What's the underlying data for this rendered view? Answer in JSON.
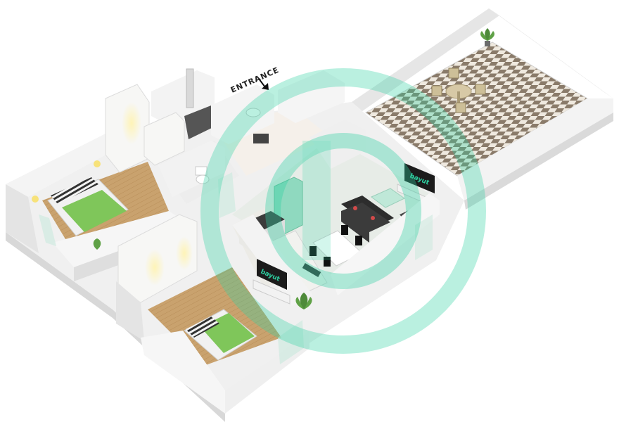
{
  "entrance": {
    "label": "ENTRANCE"
  },
  "tv_brand": "bayut",
  "colors": {
    "wall": "#f2f2f2",
    "wall_side": "#dcdcdc",
    "wood_floor": "#c9a26e",
    "bed_green": "#7fc65a",
    "terrace_tile_a": "#8a7b6a",
    "terrace_tile_b": "#efe9df",
    "watermark": "#2ed1a2",
    "kitchen_cabinet": "#e9e9e6",
    "sofa": "#2d2d2d"
  },
  "icons": [
    "entrance-arrow-icon",
    "plant-icon",
    "tv-icon",
    "bed-icon",
    "watermark-logo"
  ]
}
